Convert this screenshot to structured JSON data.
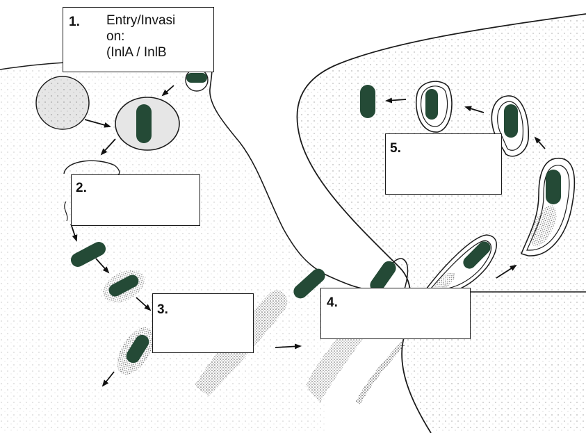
{
  "colors": {
    "bacterium": "#244a36",
    "cell_fill": "#e6e6e6",
    "outline": "#1c1c1c",
    "stipple": "#3a3a3a"
  },
  "labels": [
    {
      "number": "1.",
      "lines": [
        "Entry/Invasi",
        "on:",
        "(InlA / InlB"
      ]
    },
    {
      "number": "2.",
      "lines": []
    },
    {
      "number": "3.",
      "lines": []
    },
    {
      "number": "4.",
      "lines": []
    },
    {
      "number": "5.",
      "lines": []
    }
  ]
}
